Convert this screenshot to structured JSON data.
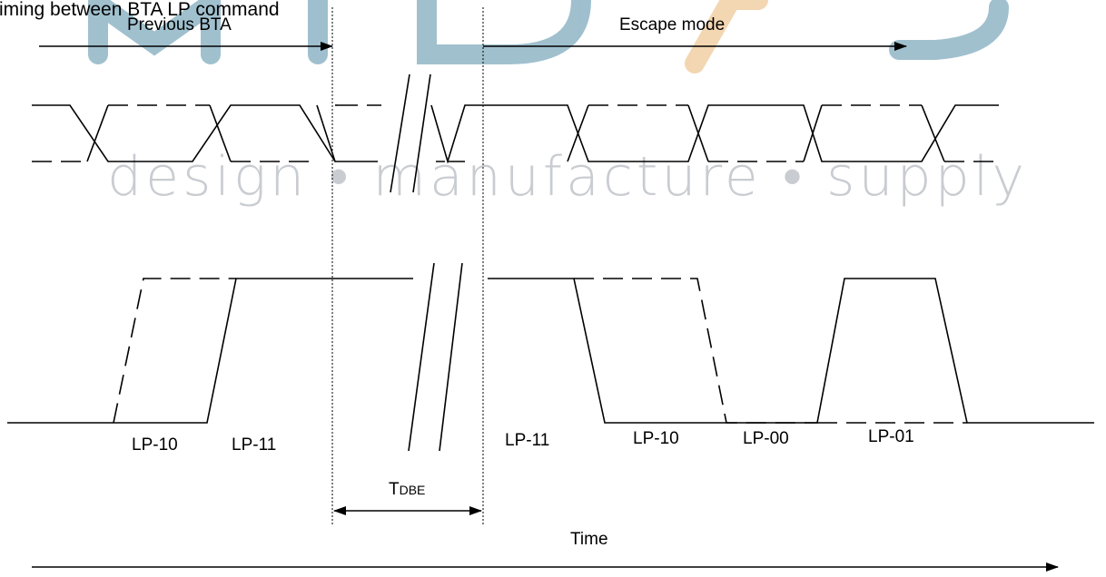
{
  "caption": "iming between BTA LP command",
  "watermark": {
    "logo": "MIDAS",
    "tagline": "design • manufacture • supply",
    "colors": {
      "primary": "#8fb5c6",
      "accent": "#f1cfa4",
      "text": "#c9ccd1"
    }
  },
  "arrows": {
    "previous_bta": "Previous BTA",
    "escape_mode": "Escape mode",
    "time": "Time",
    "tdbe": {
      "main": "T",
      "subscript": "DBE"
    }
  },
  "states": [
    "LP-10",
    "LP-11",
    "LP-11",
    "LP-10",
    "LP-00",
    "LP-01"
  ],
  "colors": {
    "line": "#000000",
    "background": "#ffffff"
  }
}
